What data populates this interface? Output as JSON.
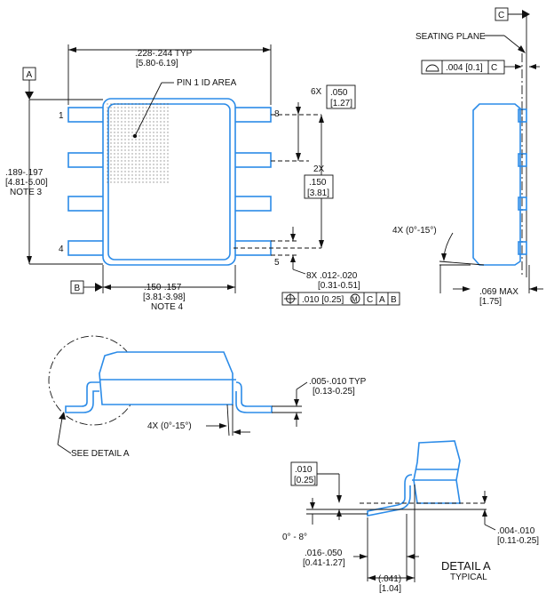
{
  "colors": {
    "package_outline": "#2b8be8",
    "dimension_lines": "#111111",
    "background": "#ffffff"
  },
  "top_view": {
    "datum_a": "A",
    "datum_b": "B",
    "width_dim": ".228-.244  TYP",
    "width_dim_mm": "[5.80-6.19]",
    "pin1_area": "PIN 1 ID AREA",
    "pin1_label": "1",
    "pin4_label": "4",
    "pin5_label": "5",
    "pin8_label": "8",
    "length_dim": ".189-.197",
    "length_dim_mm": "[4.81-5.00]",
    "length_note": "NOTE 3",
    "pitch_count": "6X",
    "pitch_value": ".050",
    "pitch_mm": "[1.27]",
    "span_count": "2X",
    "span_value": ".150",
    "span_mm": "[3.81]",
    "lead_width": "8X .012-.020",
    "lead_width_mm": "[0.31-0.51]",
    "position_tol": ".010 [0.25]",
    "position_mod": "M",
    "position_datums": [
      "C",
      "A",
      "B"
    ],
    "body_width": ".150-.157",
    "body_width_mm": "[3.81-3.98]",
    "body_note": "NOTE 4"
  },
  "side_view": {
    "datum_c": "C",
    "seating_plane": "SEATING PLANE",
    "coplanarity": ".004 [0.1]",
    "coplanarity_datum": "C",
    "angle": "4X (0°-15°)",
    "height": ".069 MAX",
    "height_mm": "[1.75]"
  },
  "end_view": {
    "lead_thickness": ".005-.010  TYP",
    "lead_thickness_mm": "[0.13-0.25]",
    "angle": "4X (0°-15°)",
    "see_detail": "SEE DETAIL A"
  },
  "detail_a": {
    "gauge": ".010",
    "gauge_mm": "[0.25]",
    "foot_angle": "0° - 8°",
    "standoff": ".004-.010",
    "standoff_mm": "[0.11-0.25]",
    "foot_length": ".016-.050",
    "foot_length_mm": "[0.41-1.27]",
    "footprint": "(.041)",
    "footprint_mm": "[1.04]",
    "title": "DETAIL A",
    "subtitle": "TYPICAL"
  }
}
